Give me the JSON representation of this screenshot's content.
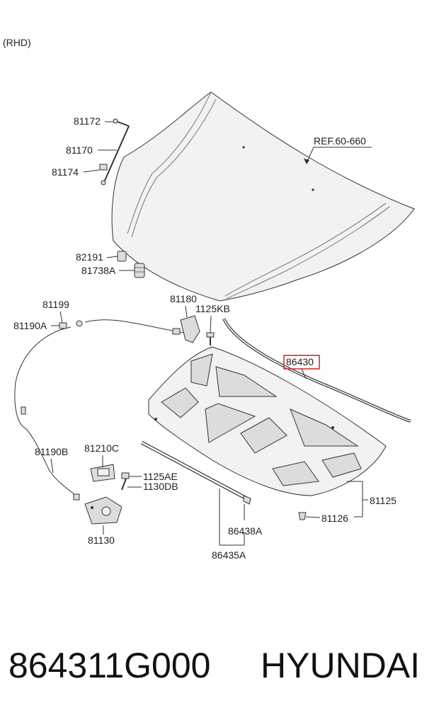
{
  "note": "(RHD)",
  "ref_label": "REF.60-660",
  "highlight_color": "#d32f2f",
  "callouts": {
    "c81172": "81172",
    "c81170": "81170",
    "c81174": "81174",
    "c82191": "82191",
    "c81738A": "81738A",
    "c81199": "81199",
    "c81190A": "81190A",
    "c81180": "81180",
    "c1125KB": "1125KB",
    "c86430": "86430",
    "c81190B": "81190B",
    "c81210C": "81210C",
    "c1125AE": "1125AE",
    "c1130DB": "1130DB",
    "c81125": "81125",
    "c81126": "81126",
    "c81130": "81130",
    "c86438A": "86438A",
    "c86435A": "86435A"
  },
  "footer": {
    "part_number": "864311G000",
    "brand": "HYUNDAI"
  }
}
